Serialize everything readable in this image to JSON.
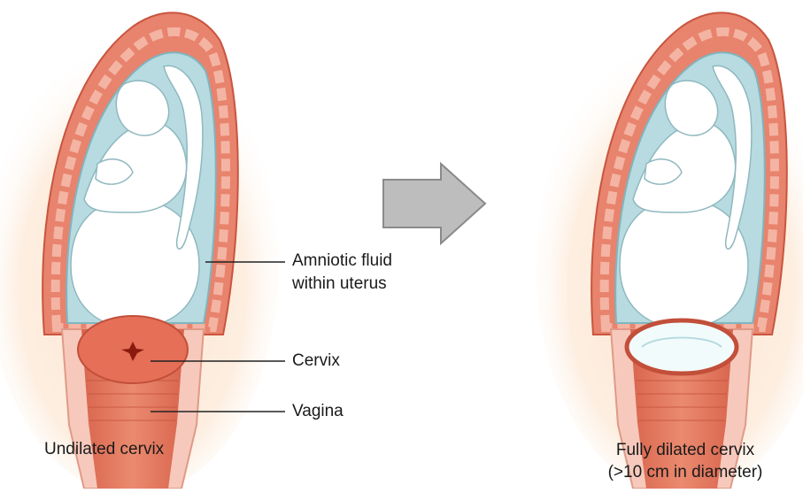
{
  "labels": {
    "amniotic_line1": "Amniotic fluid",
    "amniotic_line2": "within uterus",
    "cervix": "Cervix",
    "vagina": "Vagina"
  },
  "captions": {
    "left": "Undilated cervix",
    "right_line1": "Fully dilated cervix",
    "right_line2": "(>10 cm in diameter)"
  },
  "colors": {
    "muscle": "#e8836d",
    "muscle_dark": "#d9654e",
    "fluid": "#b7dbe0",
    "fluid_edge": "#7fb5bf",
    "fetus": "#ffffff",
    "glow": "#fde3cc",
    "arrow": "#bdbdbd"
  }
}
